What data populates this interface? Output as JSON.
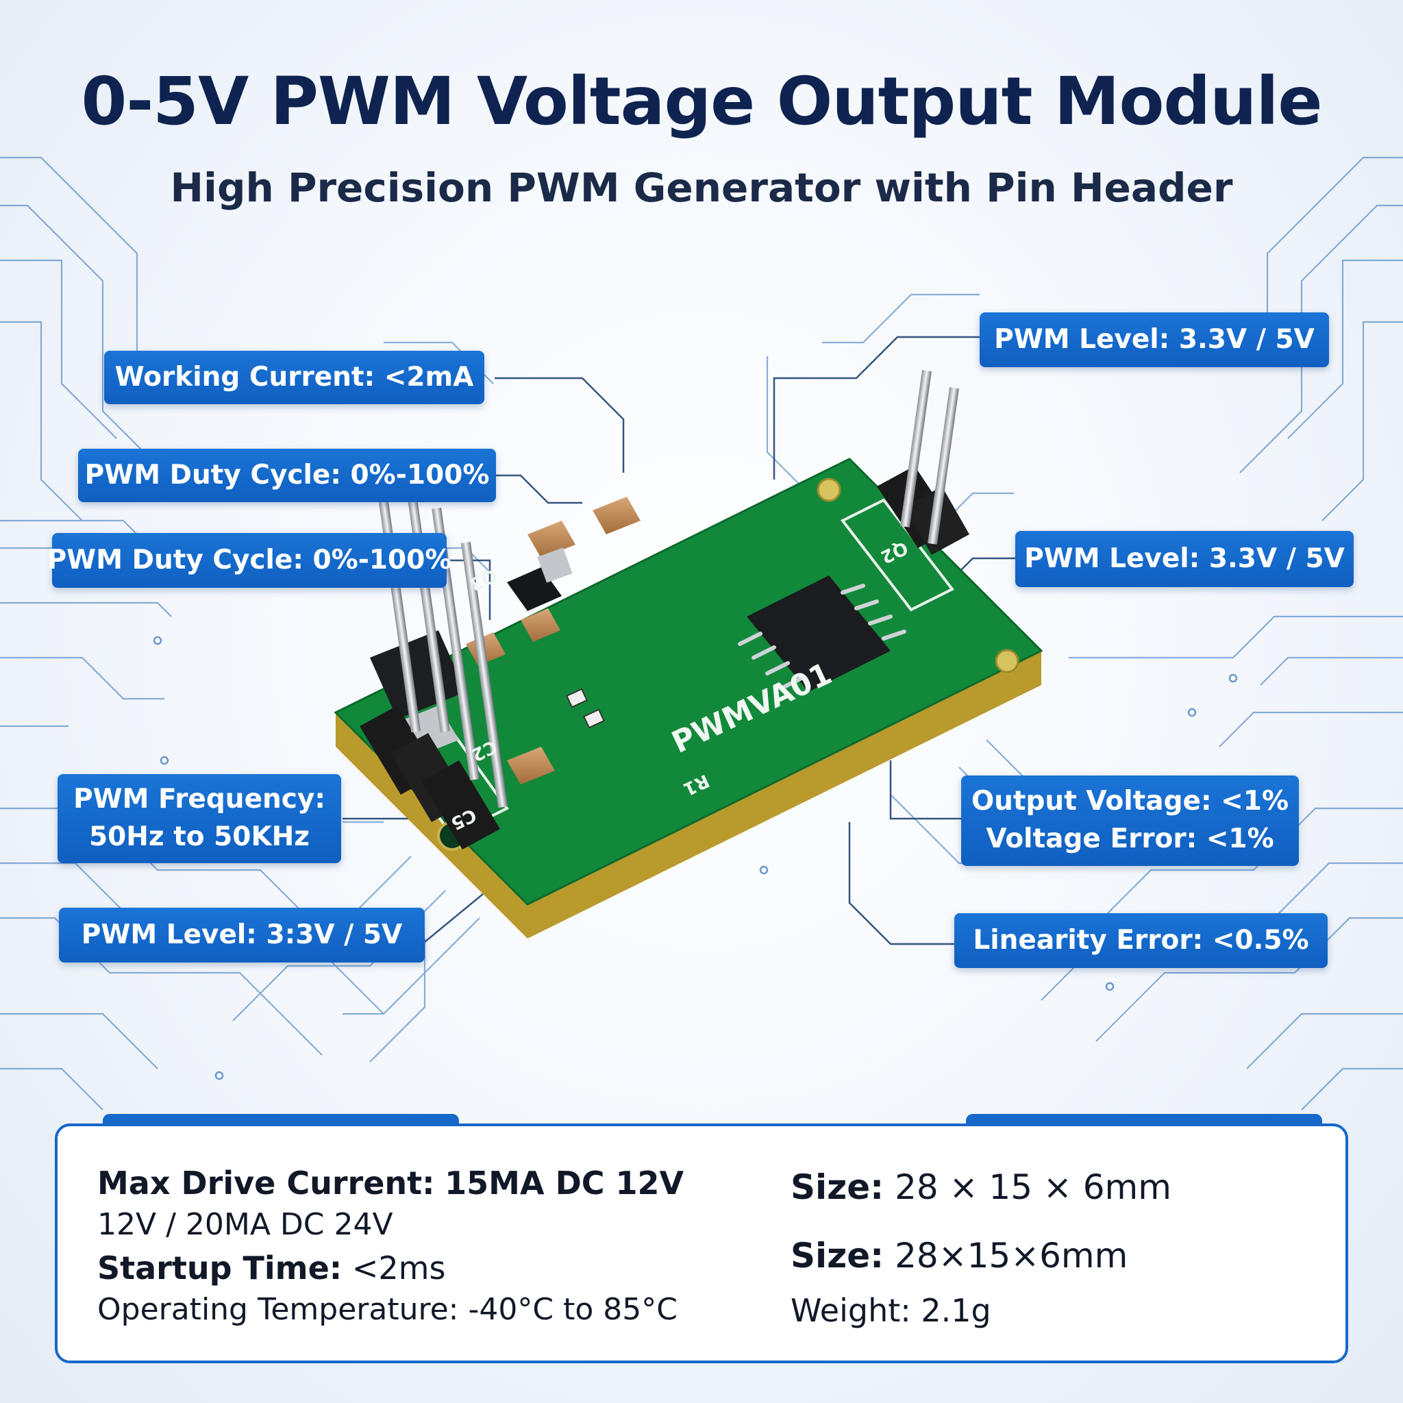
{
  "header": {
    "title": "0-5V PWM Voltage Output Module",
    "subtitle": "High Precision PWM Generator with Pin Header"
  },
  "callouts": {
    "working_current": "Working Current: <2mA",
    "duty_cycle_1": "PWM Duty Cycle: 0%-100%",
    "duty_cycle_2": "PWM Duty Cycle: 0%-100%",
    "frequency_line1": "PWM Frequency:",
    "frequency_line2": "50Hz to 50KHz",
    "level_left": "PWM Level: 3:3V / 5V",
    "level_top_right": "PWM Level: 3.3V / 5V",
    "level_mid_right": "PWM Level: 3.3V / 5V",
    "output_voltage_line1": "Output Voltage: <1%",
    "output_voltage_line2": "Voltage Error: <1%",
    "linearity": "Linearity Error: <0.5%"
  },
  "board": {
    "silkscreen_name": "PWMVA01",
    "labels": [
      "Q3",
      "Q2",
      "C2",
      "C5",
      "R1"
    ]
  },
  "specs": {
    "max_drive_label": "Max Drive Current:",
    "max_drive_value": "15MA DC 12V",
    "max_drive_cont": "12V / 20MA DC 24V",
    "startup_label": "Startup Time:",
    "startup_value": "<2ms",
    "temp_text": "Operating Temperature: -40°C to 85°C",
    "size1_label": "Size:",
    "size1_value": "28 × 15 × 6mm",
    "size2_label": "Size:",
    "size2_value": "28×15×6mm",
    "weight_text": "Weight: 2.1g"
  },
  "colors": {
    "title": "#0f2350",
    "callout": "#1668c9",
    "pcb_green": "#12893a",
    "circuit_line": "#2f6fb8"
  }
}
